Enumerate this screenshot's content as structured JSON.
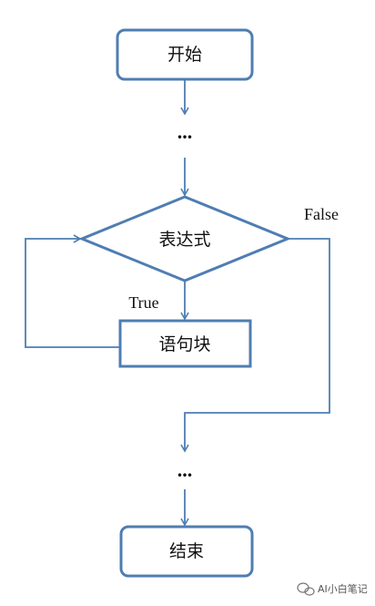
{
  "nodes": {
    "start": "开始",
    "dots_top": "...",
    "condition": "表达式",
    "block": "语句块",
    "dots_bottom": "...",
    "end": "结束"
  },
  "labels": {
    "true": "True",
    "false": "False"
  },
  "watermark": "AI小白笔记",
  "colors": {
    "stroke": "#4f7db2",
    "fill": "#ffffff"
  }
}
